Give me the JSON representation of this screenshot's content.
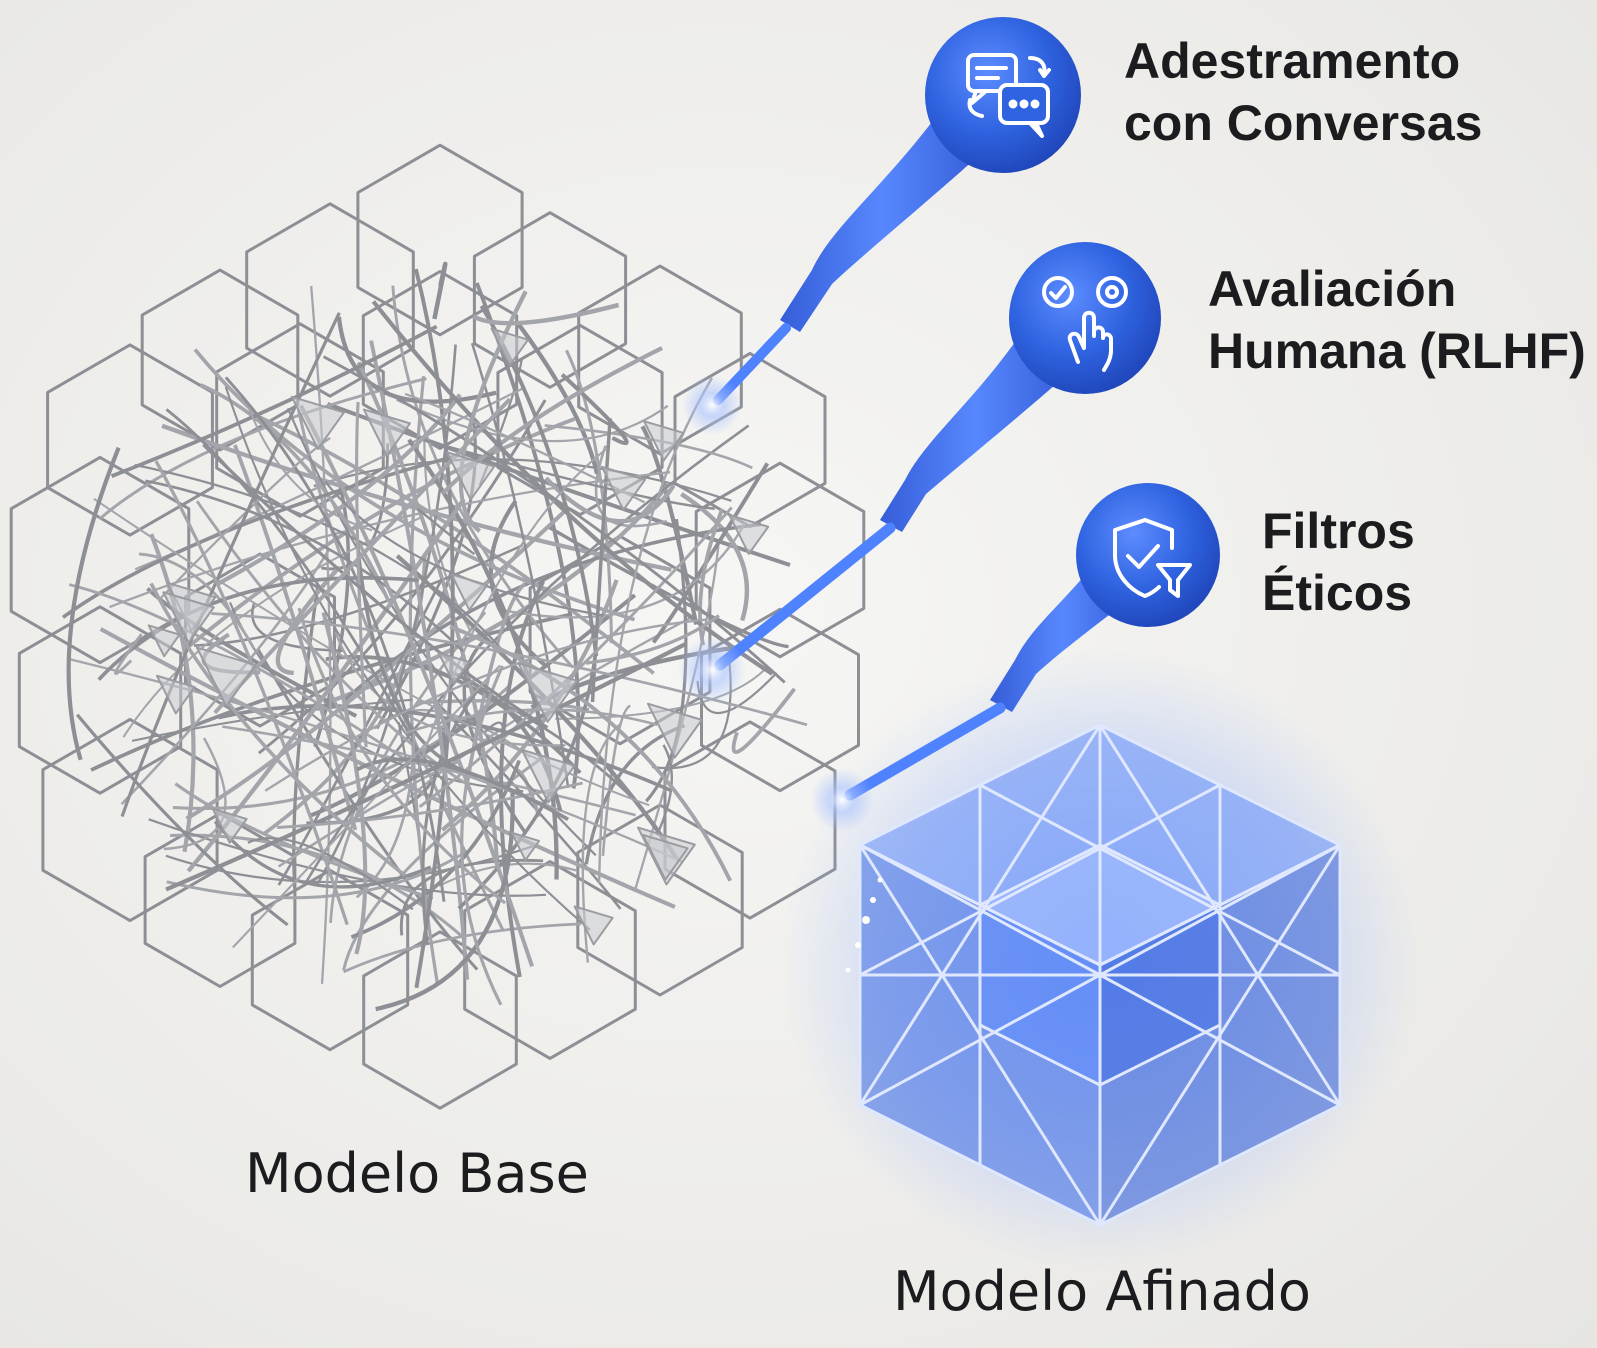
{
  "tools": [
    {
      "icon": "chat-bubbles-icon",
      "lines": [
        "Adestramento",
        "con Conversas"
      ]
    },
    {
      "icon": "touch-rating-icon",
      "lines": [
        "Avaliación",
        "Humana (RLHF)"
      ]
    },
    {
      "icon": "shield-filter-icon",
      "lines": [
        "Filtros",
        "Éticos"
      ]
    }
  ],
  "models": {
    "base": "Modelo Base",
    "tuned": "Modelo Afinado"
  },
  "colors": {
    "accent": "#2f63e0",
    "glow": "#7aa2ff",
    "wire": "#8d8f95",
    "background": "#efefed"
  }
}
